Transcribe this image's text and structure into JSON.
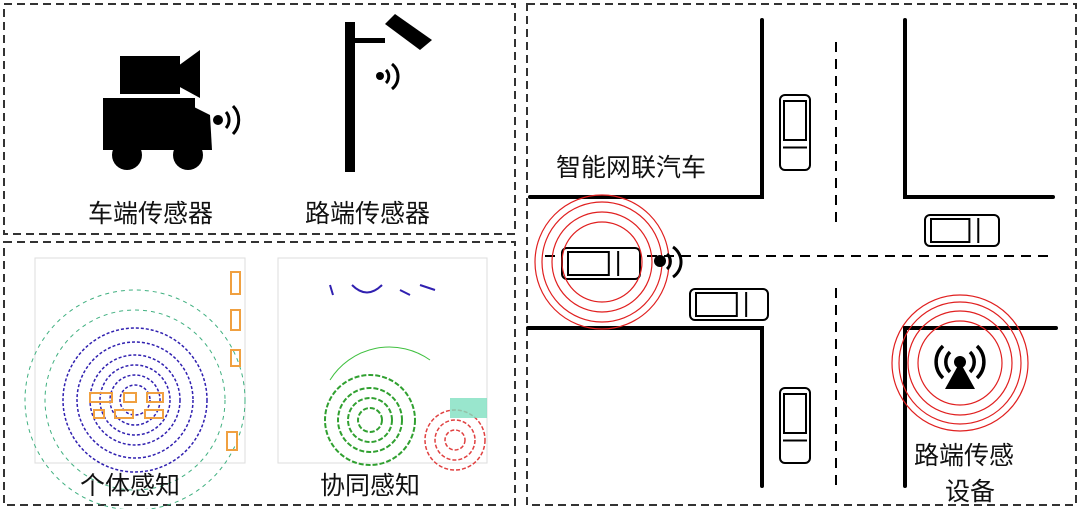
{
  "sensors": {
    "vehicle_label": "车端传感器",
    "roadside_label": "路端传感器"
  },
  "perception": {
    "individual_label": "个体感知",
    "cooperative_label": "协同感知"
  },
  "scene": {
    "cav_label": "智能网联汽车",
    "rsu_label_line1": "路端传感",
    "rsu_label_line2": "设备"
  },
  "colors": {
    "signal_ring": "#e02020",
    "box": "#f0a040",
    "points_blue": "#3020b0",
    "points_green": "#40c040"
  }
}
